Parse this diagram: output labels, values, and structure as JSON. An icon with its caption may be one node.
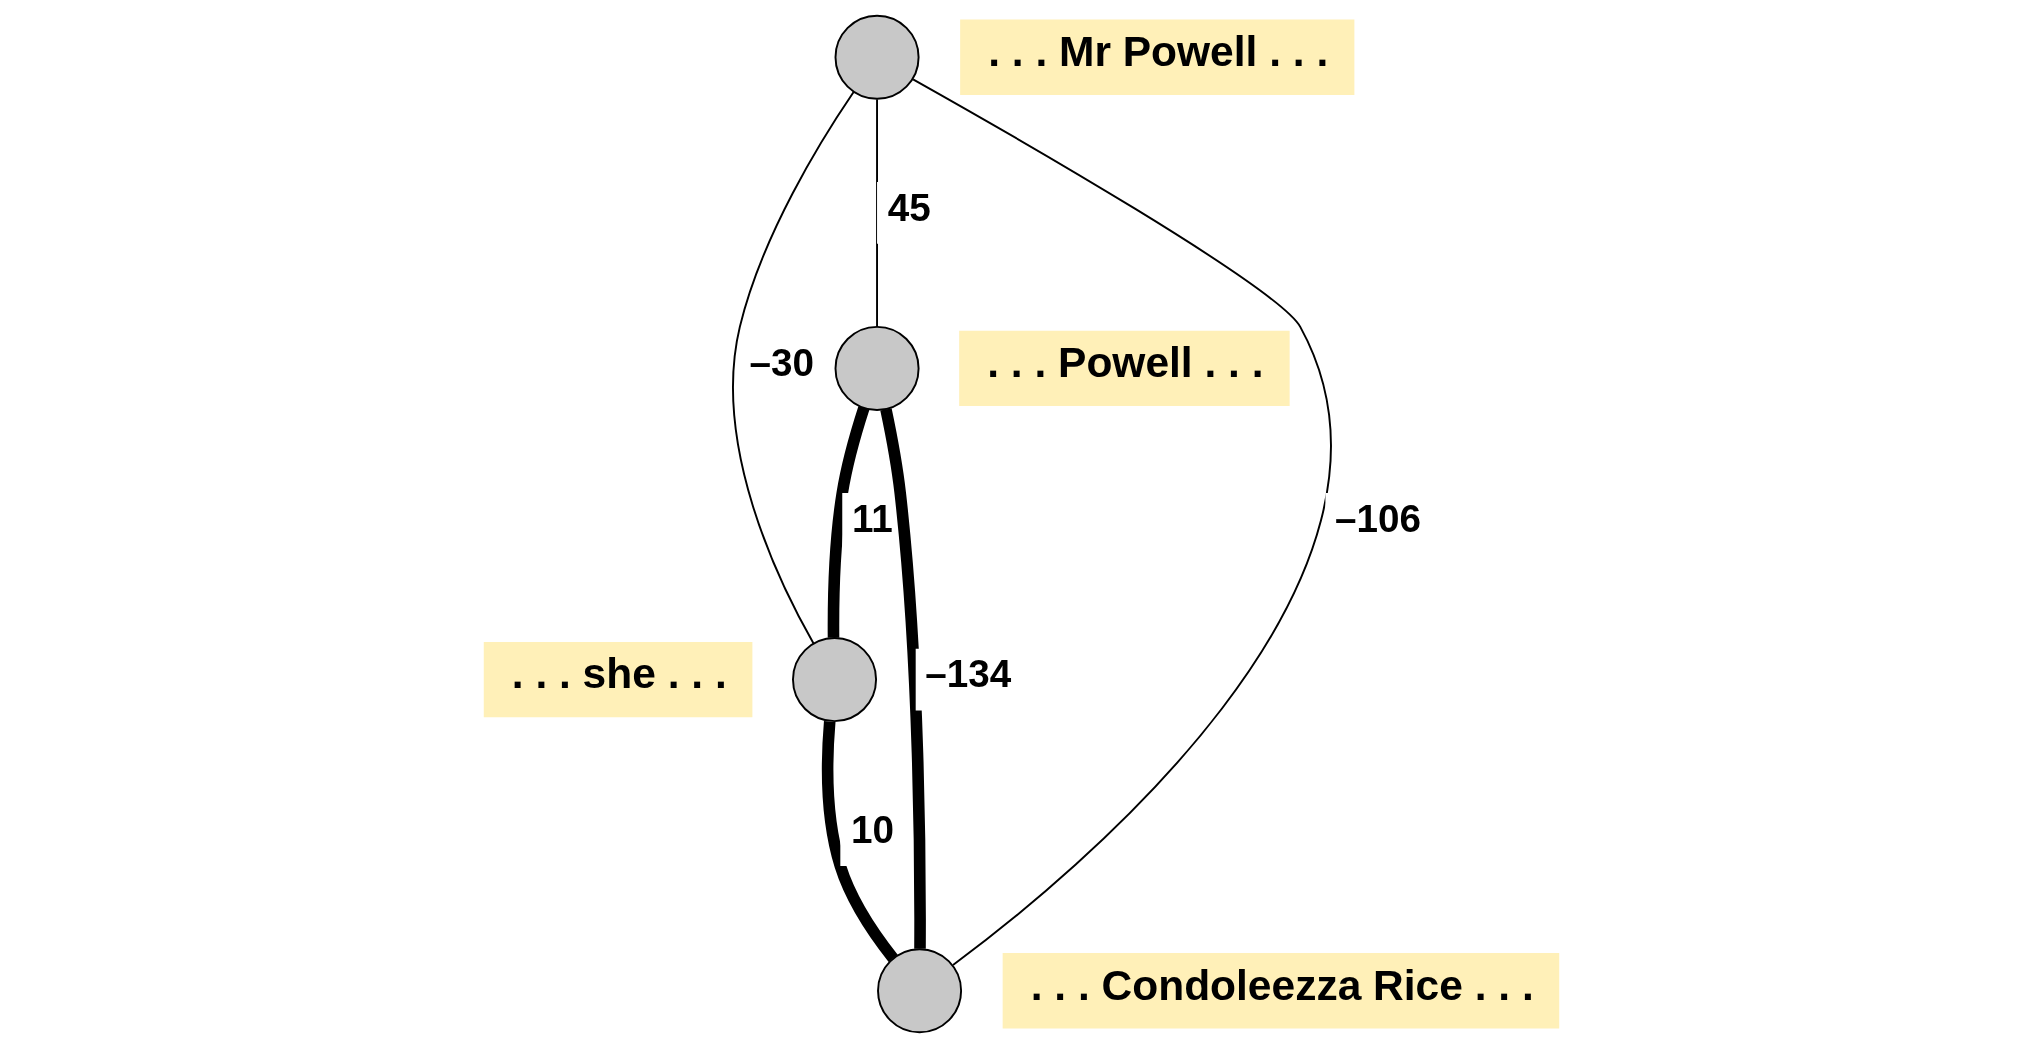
{
  "diagram": {
    "nodes": [
      {
        "text": [],
        "shape": "circle",
        "beside": [
          ". . . Mr Powell . . ."
        ]
      },
      {
        "text": [],
        "shape": "circle",
        "beside": [
          ". . . Powell . . ."
        ]
      },
      {
        "text": [],
        "shape": "circle",
        "beside": [
          ". . . she . . ."
        ]
      },
      {
        "text": [],
        "shape": "circle",
        "beside": [
          ". . . Condoleezza Rice . . ."
        ]
      }
    ],
    "edges": [
      {
        "from": 0,
        "to": 1,
        "arrow": "none",
        "label": "45"
      },
      {
        "from": 0,
        "to": 3,
        "arrow": "none",
        "label": "–106"
      },
      {
        "from": 0,
        "to": 2,
        "arrow": "none",
        "label": "–30"
      },
      {
        "from": 1,
        "to": 2,
        "arrow": "none",
        "label": "11",
        "style": "thick"
      },
      {
        "from": 1,
        "to": 3,
        "arrow": "none",
        "label": "–134",
        "style": "thick"
      },
      {
        "from": 2,
        "to": 3,
        "arrow": "none",
        "label": "10",
        "style": "thick"
      }
    ]
  }
}
